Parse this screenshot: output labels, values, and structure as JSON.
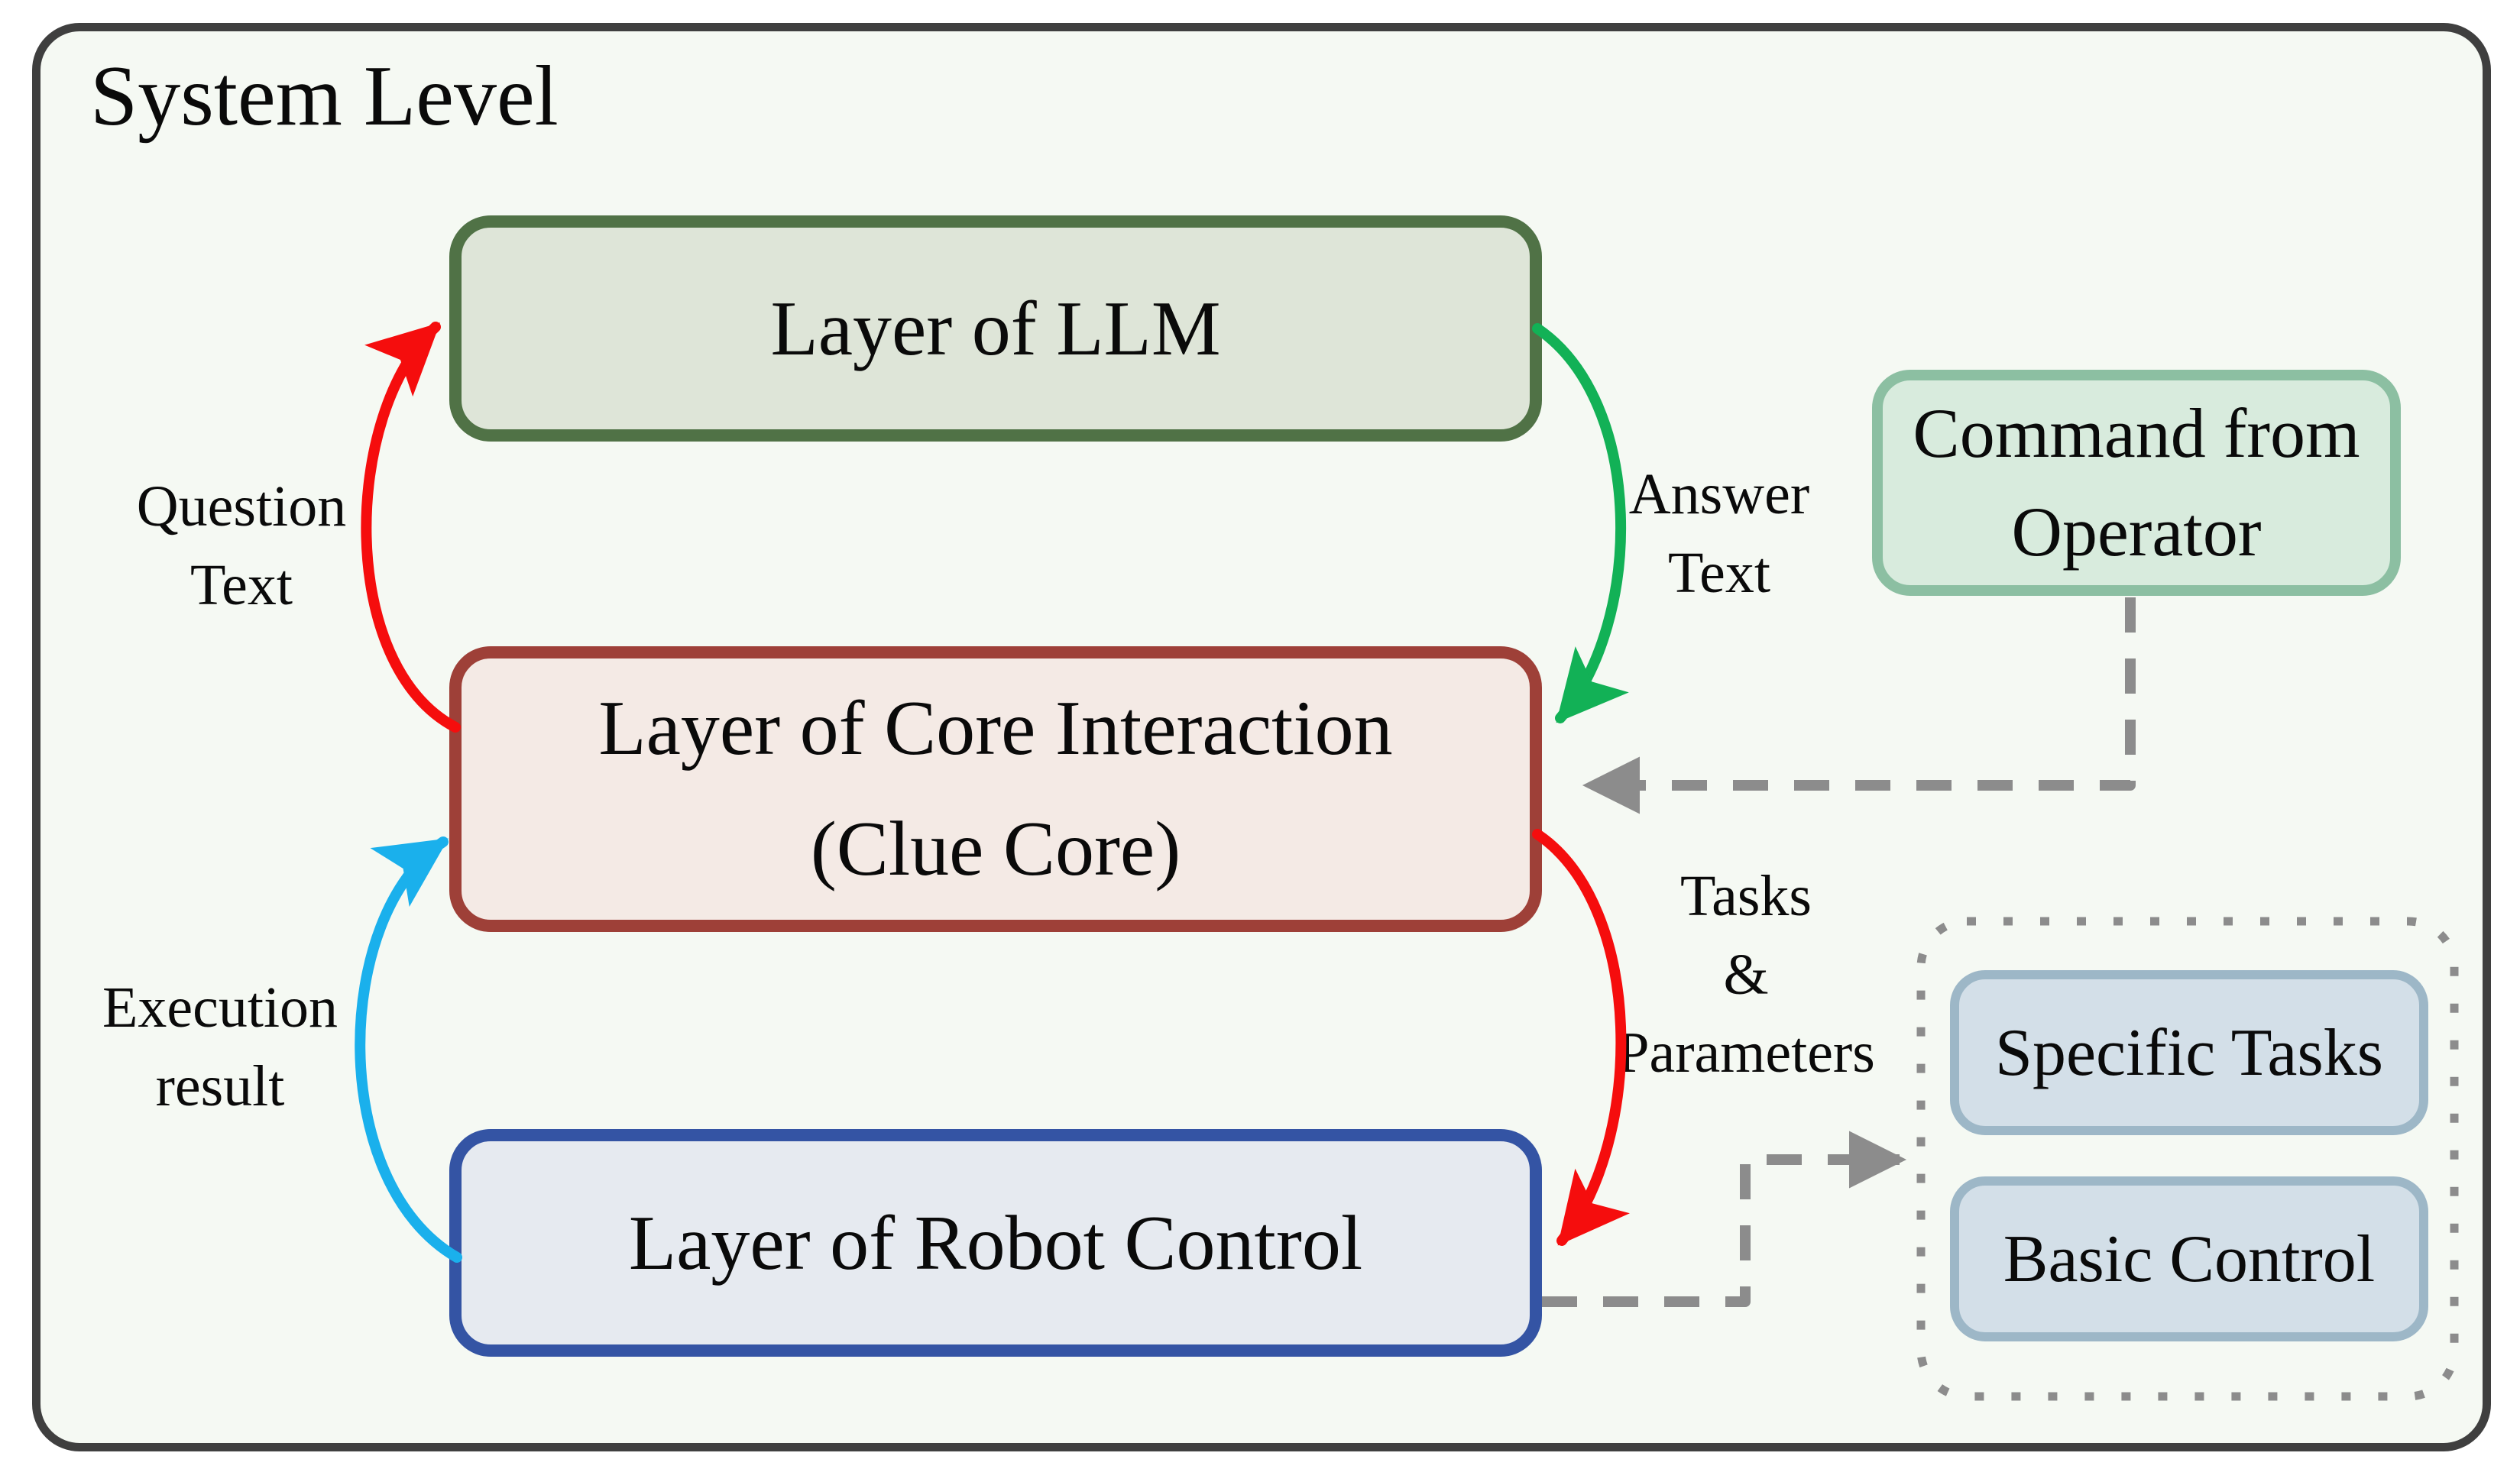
{
  "title": "System Level",
  "boxes": {
    "llm": {
      "label": "Layer of LLM"
    },
    "core": {
      "line1": "Layer of Core Interaction",
      "line2": "(Clue Core)"
    },
    "robot": {
      "label": "Layer of Robot Control"
    },
    "command": {
      "line1": "Command from",
      "line2": "Operator"
    },
    "specific_tasks": {
      "label": "Specific Tasks"
    },
    "basic_control": {
      "label": "Basic Control"
    }
  },
  "labels": {
    "question": [
      "Question",
      "Text"
    ],
    "answer": [
      "Answer",
      "Text"
    ],
    "tasks": [
      "Tasks",
      "&",
      "Parameters"
    ],
    "execution": [
      "Execution",
      "result"
    ]
  },
  "arrows": {
    "question": {
      "from": "core-interaction-layer",
      "to": "llm-layer",
      "style": "solid-curve",
      "color": "red"
    },
    "answer": {
      "from": "llm-layer",
      "to": "core-interaction-layer",
      "style": "solid-curve",
      "color": "green"
    },
    "tasks": {
      "from": "core-interaction-layer",
      "to": "robot-layer",
      "style": "solid-curve",
      "color": "red"
    },
    "execution": {
      "from": "robot-layer",
      "to": "core-interaction-layer",
      "style": "solid-curve",
      "color": "cyan"
    },
    "command": {
      "from": "command-from-operator",
      "to": "core-interaction-layer",
      "style": "dashed-elbow",
      "color": "gray"
    },
    "robot_tasks": {
      "from": "robot-layer",
      "to": "task-group",
      "style": "dashed-elbow",
      "color": "gray"
    }
  },
  "colors": {
    "canvas-bg": "#ffffff",
    "frame-bg": "#f5f9f3",
    "frame-border": "#3f3f3f",
    "text": "#0a0a0a",
    "llm-border": "#507246",
    "llm-bg": "#dee5d8",
    "core-border": "#9e4038",
    "core-bg": "#f4eae5",
    "robot-border": "#3454a4",
    "robot-bg": "#e6eaf0",
    "command-border": "#8cbfa2",
    "command-bg": "#d8ebdd",
    "task-border": "#9db7c7",
    "task-bg": "#d3dfe8",
    "arrow-red": "#f50d0d",
    "arrow-green": "#12b156",
    "arrow-cyan": "#1ab0ec",
    "arrow-gray": "#8c8c8c"
  }
}
